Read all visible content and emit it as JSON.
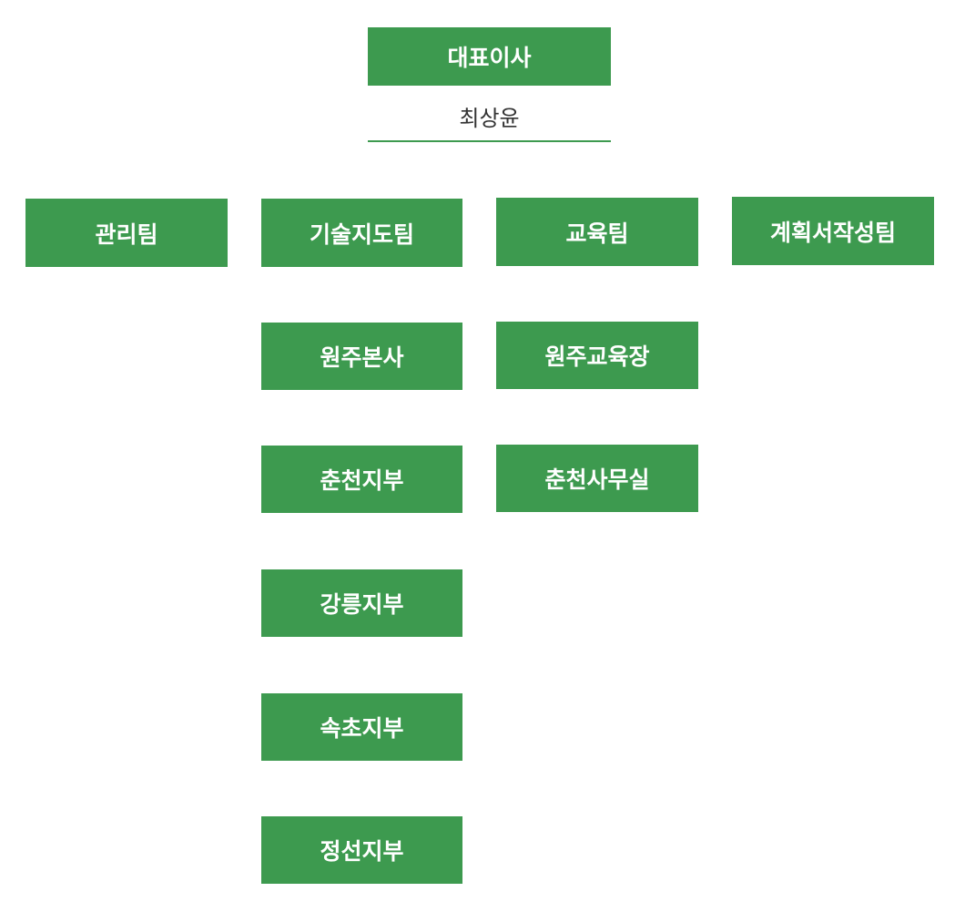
{
  "ceo": {
    "title": "대표이사",
    "name": "최상윤"
  },
  "teams": [
    {
      "label": "관리팀"
    },
    {
      "label": "기술지도팀"
    },
    {
      "label": "교육팀"
    },
    {
      "label": "계획서작성팀"
    }
  ],
  "tech_branches": [
    {
      "label": "원주본사"
    },
    {
      "label": "춘천지부"
    },
    {
      "label": "강릉지부"
    },
    {
      "label": "속초지부"
    },
    {
      "label": "정선지부"
    }
  ],
  "edu_branches": [
    {
      "label": "원주교육장"
    },
    {
      "label": "춘천사무실"
    }
  ],
  "colors": {
    "box_fill": "#3d9a4f",
    "box_text": "#ffffff"
  }
}
